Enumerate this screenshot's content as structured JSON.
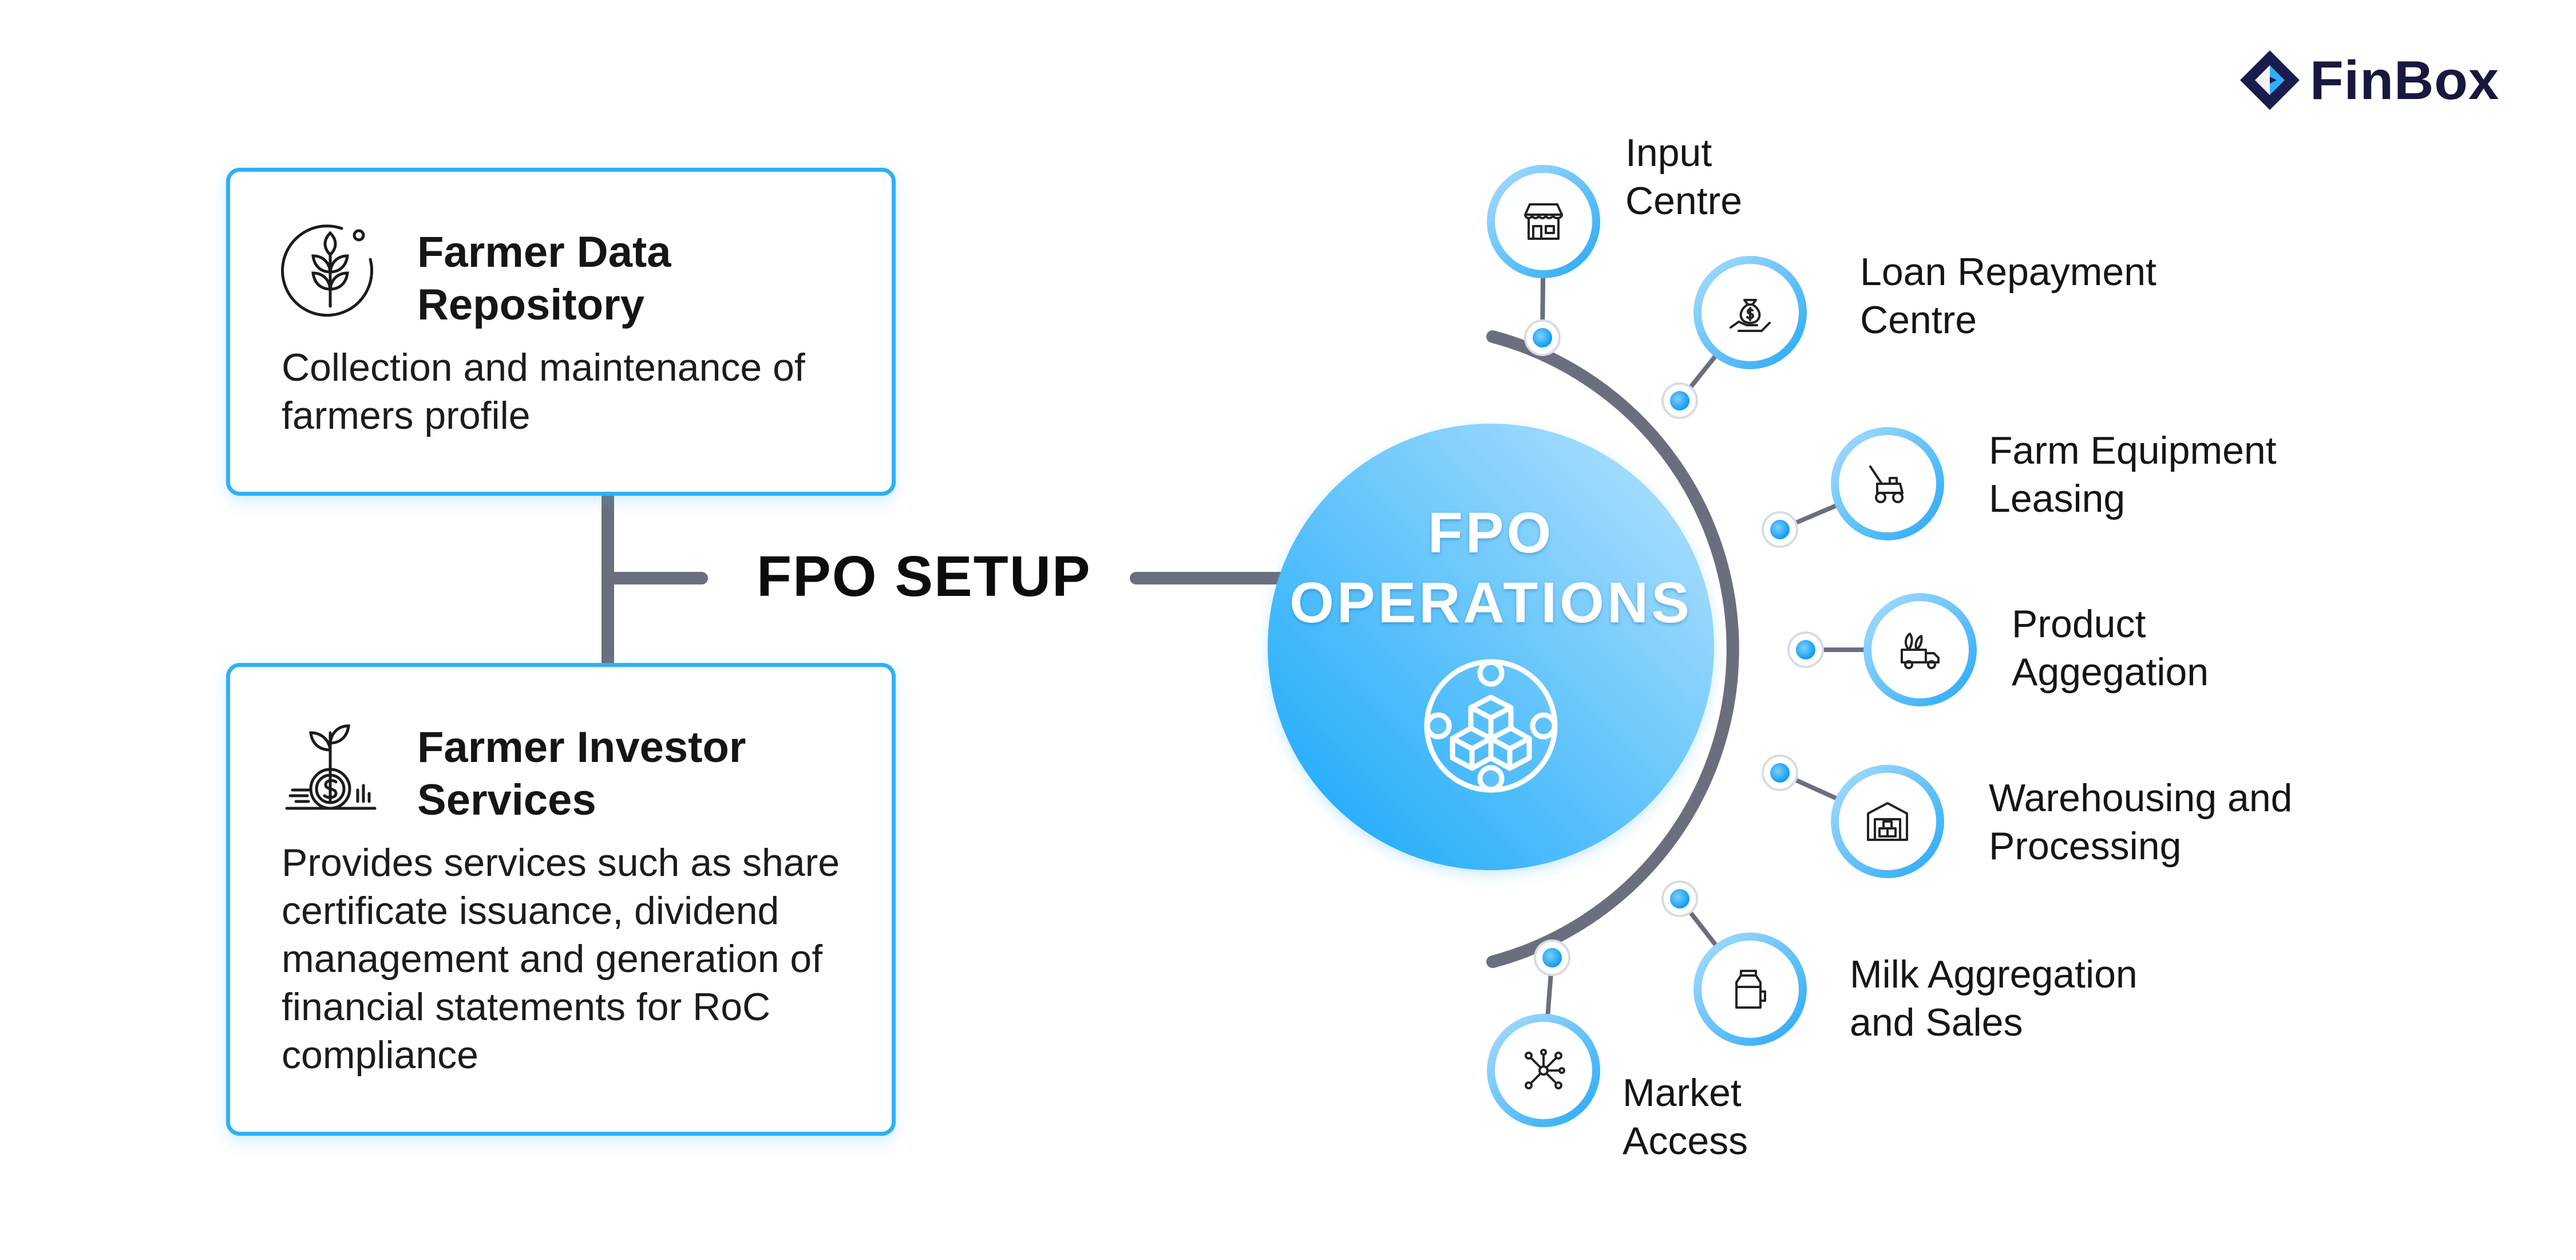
{
  "brand": {
    "name": "FinBox",
    "color": "#1b1b4d",
    "logo": "finbox-logo-mark"
  },
  "colors": {
    "accent": "#2fb0f6",
    "connector": "#6b6f7d",
    "circle_light": "#a6dcfb",
    "circle_dark": "#1eacf9"
  },
  "setup": {
    "label": "FPO SETUP"
  },
  "cards": [
    {
      "title": "Farmer Data\nRepository",
      "description": "Collection and maintenance of farmers profile",
      "icon": "wheat-icon"
    },
    {
      "title": "Farmer Investor\nServices",
      "description": "Provides services such as share certificate issuance, dividend management and generation of financial statements for RoC compliance",
      "icon": "money-plant-icon"
    }
  ],
  "center": {
    "title": "FPO\nOPERATIONS",
    "icon": "network-cubes-icon"
  },
  "operations": [
    {
      "label": "Input\nCentre",
      "icon": "store-icon"
    },
    {
      "label": "Loan Repayment\nCentre",
      "icon": "money-bag-hand-icon"
    },
    {
      "label": "Farm Equipment\nLeasing",
      "icon": "lawn-mower-icon"
    },
    {
      "label": "Product\nAggegation",
      "icon": "produce-truck-icon"
    },
    {
      "label": "Warehousing and\nProcessing",
      "icon": "warehouse-icon"
    },
    {
      "label": "Milk Aggregation\nand Sales",
      "icon": "milk-can-icon"
    },
    {
      "label": "Market\nAccess",
      "icon": "network-nodes-icon"
    }
  ]
}
